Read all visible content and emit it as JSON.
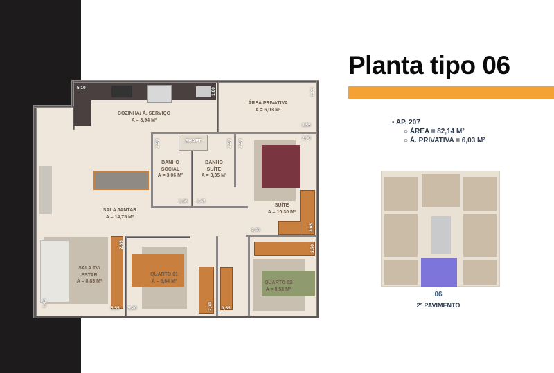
{
  "title": "Planta tipo 06",
  "colors": {
    "accent": "#f4a233",
    "highlight": "#5a50dc",
    "band": "#1e1b1c"
  },
  "unit": {
    "label": "AP. 207",
    "area": "ÁREA = 82,14 M²",
    "private_area": "Á. PRIVATIVA = 6,03 M²"
  },
  "rooms": {
    "kitchen": {
      "name": "COZINHA/ Á. SERVIÇO",
      "area": "A = 8,94 M²"
    },
    "private_area": {
      "name": "ÁREA PRIVATIVA",
      "area": "A = 6,03 M²"
    },
    "shaft": {
      "name": "SHAFT"
    },
    "bath_social": {
      "name1": "BANHO",
      "name2": "SOCIAL",
      "area": "A = 3,06 M²"
    },
    "bath_suite": {
      "name1": "BANHO",
      "name2": "SUÍTE",
      "area": "A = 3,35 M²"
    },
    "dining": {
      "name": "SALA JANTAR",
      "area": "A = 14,75 M²"
    },
    "suite": {
      "name": "SUÍTE",
      "area": "A = 10,30 M²"
    },
    "living": {
      "name1": "SALA TV/",
      "name2": "ESTAR",
      "area": "A = 8,83 M²"
    },
    "bedroom1": {
      "name": "QUARTO 01",
      "area": "A = 8,64 M²"
    },
    "bedroom2": {
      "name": "QUARTO 02",
      "area": "A = 9,58 M²"
    }
  },
  "dimensions": [
    "5,10",
    "1,80",
    "1,20",
    "3,55",
    "2,90",
    "2,50",
    "2,50",
    "2,50",
    "1,30",
    "1,45",
    "2,40",
    "3,65",
    "2,85",
    "2,70",
    "7,45",
    "5,55",
    "5,20",
    "2,70",
    "3,55"
  ],
  "key_plan": {
    "unit_number": "06",
    "floor": "2º PAVIMENTO"
  }
}
